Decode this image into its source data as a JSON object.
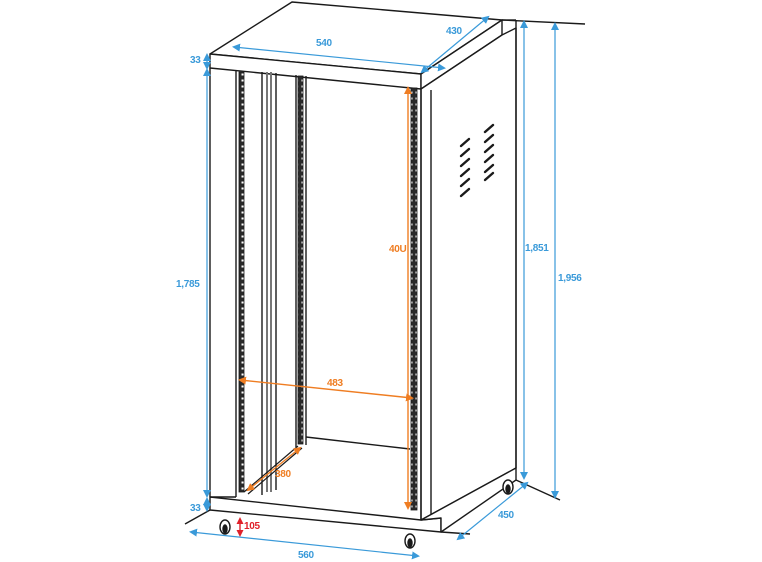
{
  "diagram": {
    "subject": "19-inch rack cabinet technical drawing",
    "colors": {
      "outline": "#1a1a1a",
      "dimension_external": "#3a9ad9",
      "dimension_internal": "#ef7d22",
      "dimension_castor": "#e0202a"
    },
    "dimensions": {
      "top_width": "540",
      "top_depth": "430",
      "top_panel_height": "33",
      "inner_side_height": "1,785",
      "rack_units": "40U",
      "body_height": "1,851",
      "total_height": "1,956",
      "rail_width": "483",
      "rail_depth": "380",
      "base_height": "33",
      "castor_height": "105",
      "base_width": "560",
      "base_depth": "450"
    }
  }
}
